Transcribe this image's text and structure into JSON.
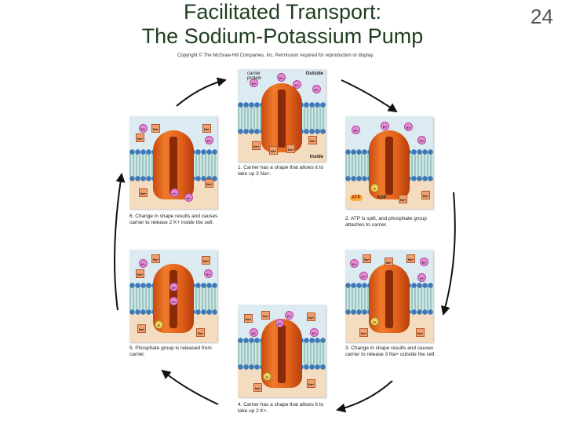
{
  "slide": {
    "title_line1": "Facilitated Transport:",
    "title_line2": "The Sodium-Potassium Pump",
    "page_number": "24"
  },
  "figure": {
    "copyright": "Copyright © The McGraw-Hill Companies, Inc. Permission required for reproduction or display.",
    "labels": {
      "carrier_protein": "carrier protein",
      "outside": "Outside",
      "inside": "Inside"
    },
    "ions": {
      "potassium": "K+",
      "sodium": "Na+",
      "phosphate": "P",
      "atp": "ATP",
      "adp": "ADP"
    },
    "steps": [
      {
        "caption": "1. Carrier has a shape that allows it to take up 3 Na+."
      },
      {
        "caption": "2. ATP is split, and phosphate group attaches to carrier."
      },
      {
        "caption": "3. Change in shape results and causes carrier to release 3 Na+ outside the cell."
      },
      {
        "caption": "4. Carrier has a shape that allows it to take up 2 K+."
      },
      {
        "caption": "5. Phosphate group is released from carrier."
      },
      {
        "caption": "6. Change in shape results and causes carrier to release 2 K+ inside the cell."
      }
    ]
  }
}
